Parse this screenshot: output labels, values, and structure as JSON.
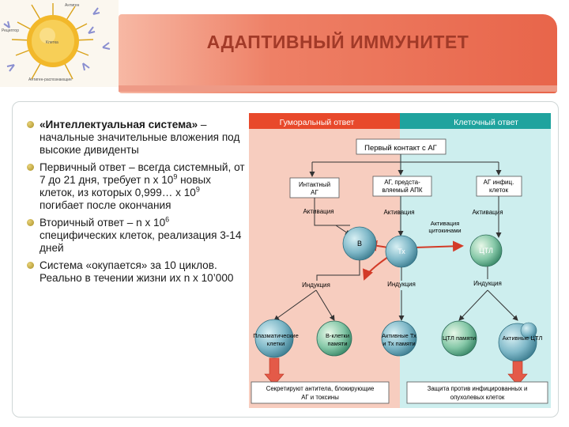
{
  "slide": {
    "title": "АДАПТИВНЫЙ ИММУНИТЕТ"
  },
  "bullets": [
    {
      "lead": "«Интеллектуальная система»",
      "text": " – начальные значительные вложения под высокие дивиденты"
    },
    {
      "parts": [
        "Первичный ответ – всегда системный, от 7 до 21 дня, требует n x 10",
        "9",
        " новых клеток, из которых 0,999… x 10",
        "9",
        " погибает после окончания"
      ]
    },
    {
      "parts": [
        "Вторичный ответ – n x 10",
        "6",
        " специфических клеток, реализация 3-14 дней"
      ]
    },
    {
      "text": "Система «окупается» за 10 циклов. Реально в течении жизни их n x 10’000"
    }
  ],
  "thumbnail": {
    "labels": [
      "Антиген",
      "Рецептор",
      "Клетка",
      "Антиген-распознающие"
    ]
  },
  "diagram": {
    "colors": {
      "humoral": "#f7cdbf",
      "humoral_header": "#e8492b",
      "cellular": "#cdeeee",
      "cellular_header": "#1fa39e",
      "cell": "#7fb8c8",
      "arrow_red": "#d33b28"
    },
    "humoral_label": "Гуморальный ответ",
    "cellular_label": "Клеточный ответ",
    "first_contact": "Первый контакт с АГ",
    "intact_ag_1": "Интактный",
    "intact_ag_2": "АГ",
    "apc_1": "АГ, предста-",
    "apc_2": "вляемый АПК",
    "infected_1": "АГ инфиц.",
    "infected_2": "клеток",
    "act_1": "Активация",
    "act_2": "Активация",
    "act_3": "Активация",
    "act_cyt_1": "Активация",
    "act_cyt_2": "цитокинами",
    "cell_b": "B",
    "cell_th": "Тх",
    "cell_ctl": "ЦТЛ",
    "ind_1": "Индукция",
    "ind_2": "Индукция",
    "ind_3": "Индукция",
    "plasma_1": "Плазматические",
    "plasma_2": "клетки",
    "bmem_1": "В-клетки",
    "bmem_2": "памяти",
    "act_th_1": "Активные Тх",
    "act_th_2": "и Тх памяти",
    "ctl_mem": "ЦТЛ памяти",
    "act_ctl": "Активные ЦТЛ",
    "secrete_1": "Секретируют антитела, блокирующие",
    "secrete_2": "АГ и токсины",
    "protect_1": "Защита против инфицированных и",
    "protect_2": "опухолевых клеток"
  }
}
